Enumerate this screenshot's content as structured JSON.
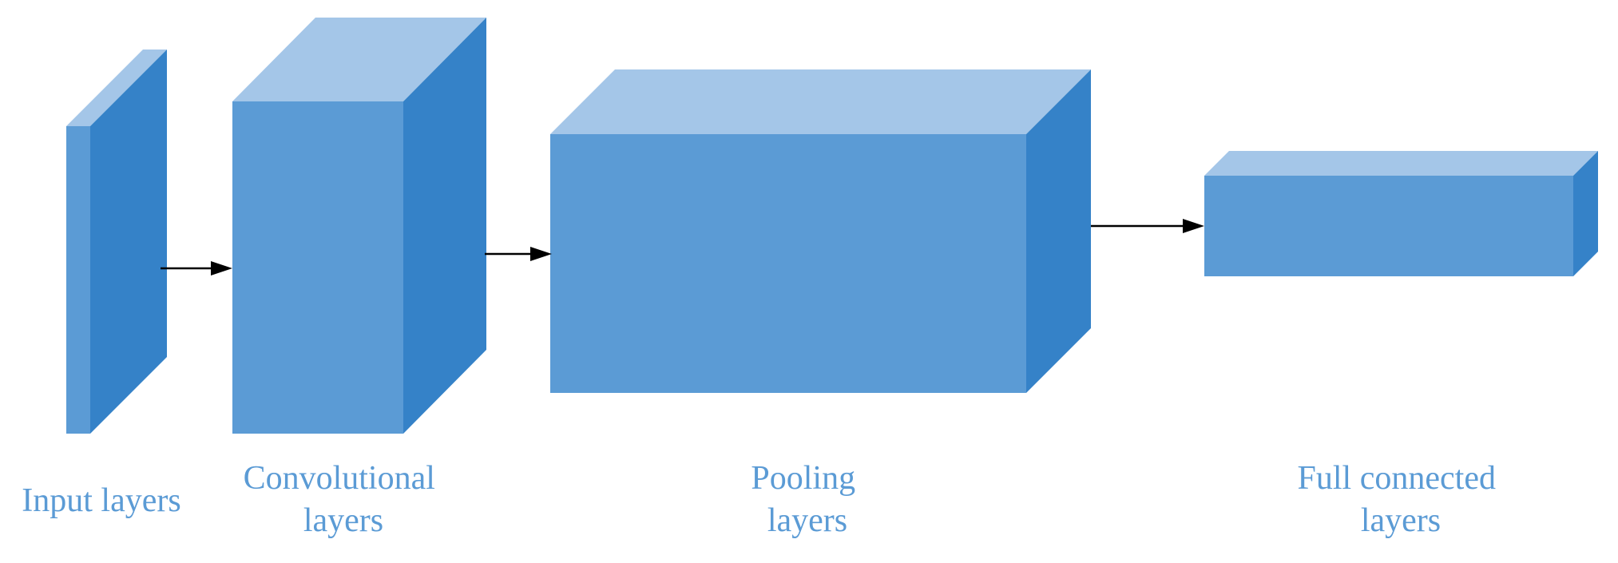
{
  "layers": [
    {
      "id": "input",
      "label_lines": [
        "Input layers"
      ]
    },
    {
      "id": "conv",
      "label_lines": [
        "Convolutional",
        "layers"
      ]
    },
    {
      "id": "pool",
      "label_lines": [
        "Pooling",
        "layers"
      ]
    },
    {
      "id": "fc",
      "label_lines": [
        "Full connected",
        "layers"
      ]
    }
  ],
  "colors": {
    "front": "#5b9bd5",
    "top": "#a4c6e8",
    "side": "#3582c8",
    "label": "#5b9bd5",
    "arrow": "#000000"
  }
}
